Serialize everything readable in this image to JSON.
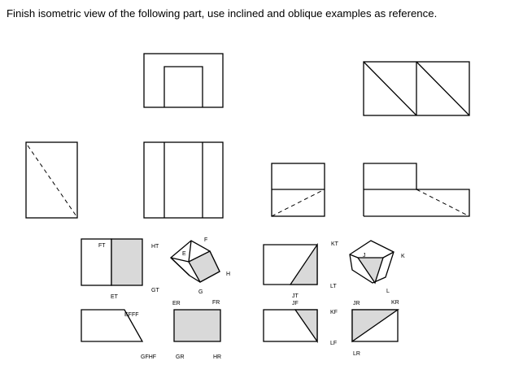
{
  "instruction": "Finish isometric view of the following part, use inclined and oblique examples as reference.",
  "colors": {
    "ink": "#000000",
    "shade": "#d9d9d9",
    "background": "#ffffff"
  },
  "labels": {
    "F_T": "FT",
    "H_T": "HT",
    "E": "E",
    "F": "F",
    "G": "G",
    "H": "H",
    "E_T": "ET",
    "G_T": "GT",
    "E_R": "ER",
    "F_R": "FR",
    "EF_F": "EFFF",
    "GH_F": "GFHF",
    "G_R": "GR",
    "H_R": "HR",
    "K_T": "KT",
    "L_T": "LT",
    "J": "J",
    "K": "K",
    "L": "L",
    "J_T": "JT",
    "J_F": "JF",
    "J_R": "JR",
    "K_R": "KR",
    "K_F": "KF",
    "L_F": "LF",
    "L_R": "LR"
  }
}
